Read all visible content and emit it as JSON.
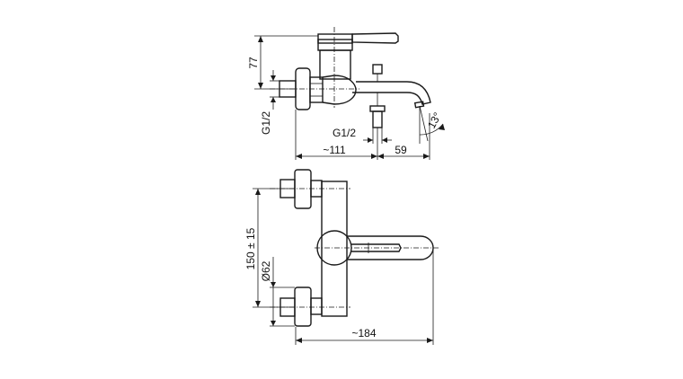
{
  "dimensions": {
    "side_height_top": "77",
    "inlet_thread_left": "G1/2",
    "inlet_thread_bottom": "G1/2",
    "depth": "~111",
    "spout_reach": "59",
    "spout_angle": "13°",
    "inlet_spacing": "150 ± 15",
    "flange_diameter": "Ø62",
    "overall_width": "~184"
  },
  "colors": {
    "line": "#1a1a1a",
    "background": "#ffffff"
  }
}
